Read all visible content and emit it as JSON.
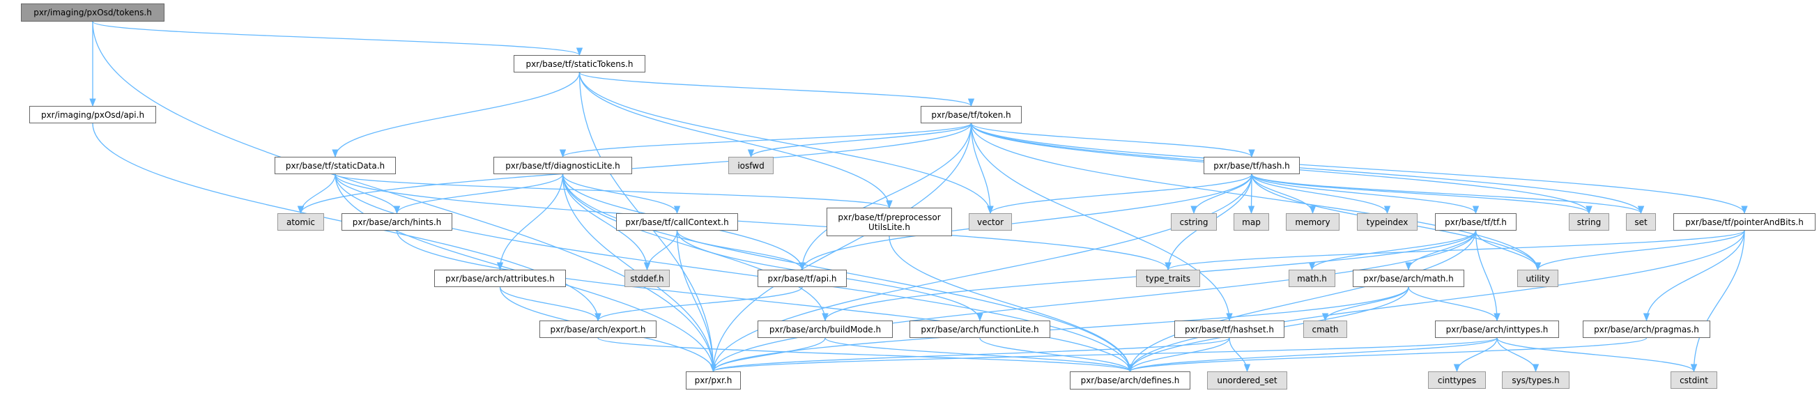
{
  "graph": {
    "title": "pxr/imaging/pxOsd/tokens.h",
    "edge_color": "#63b8ff",
    "nodes": [
      {
        "id": "tokens",
        "label": "pxr/imaging/pxOsd/tokens.h",
        "kind": "root"
      },
      {
        "id": "osdapi",
        "label": "pxr/imaging/pxOsd/api.h",
        "kind": "file"
      },
      {
        "id": "staticTokens",
        "label": "pxr/base/tf/staticTokens.h",
        "kind": "file"
      },
      {
        "id": "token",
        "label": "pxr/base/tf/token.h",
        "kind": "file"
      },
      {
        "id": "staticData",
        "label": "pxr/base/tf/staticData.h",
        "kind": "file"
      },
      {
        "id": "diagLite",
        "label": "pxr/base/tf/diagnosticLite.h",
        "kind": "file"
      },
      {
        "id": "iosfwd",
        "label": "iosfwd",
        "kind": "external"
      },
      {
        "id": "hash",
        "label": "pxr/base/tf/hash.h",
        "kind": "file"
      },
      {
        "id": "atomic",
        "label": "atomic",
        "kind": "external"
      },
      {
        "id": "hints",
        "label": "pxr/base/arch/hints.h",
        "kind": "file"
      },
      {
        "id": "callContext",
        "label": "pxr/base/tf/callContext.h",
        "kind": "file"
      },
      {
        "id": "ppLite",
        "label": "pxr/base/tf/preprocessor\nUtilsLite.h",
        "kind": "file"
      },
      {
        "id": "vector",
        "label": "vector",
        "kind": "external"
      },
      {
        "id": "cstring",
        "label": "cstring",
        "kind": "external"
      },
      {
        "id": "map",
        "label": "map",
        "kind": "external"
      },
      {
        "id": "memory",
        "label": "memory",
        "kind": "external"
      },
      {
        "id": "typeindex",
        "label": "typeindex",
        "kind": "external"
      },
      {
        "id": "tf",
        "label": "pxr/base/tf/tf.h",
        "kind": "file"
      },
      {
        "id": "string",
        "label": "string",
        "kind": "external"
      },
      {
        "id": "set",
        "label": "set",
        "kind": "external"
      },
      {
        "id": "pab",
        "label": "pxr/base/tf/pointerAndBits.h",
        "kind": "file"
      },
      {
        "id": "attributes",
        "label": "pxr/base/arch/attributes.h",
        "kind": "file"
      },
      {
        "id": "stddef",
        "label": "stddef.h",
        "kind": "external"
      },
      {
        "id": "tfapi",
        "label": "pxr/base/tf/api.h",
        "kind": "file"
      },
      {
        "id": "typetraits",
        "label": "type_traits",
        "kind": "external"
      },
      {
        "id": "mathh",
        "label": "math.h",
        "kind": "external"
      },
      {
        "id": "archmath",
        "label": "pxr/base/arch/math.h",
        "kind": "file"
      },
      {
        "id": "utility",
        "label": "utility",
        "kind": "external"
      },
      {
        "id": "export",
        "label": "pxr/base/arch/export.h",
        "kind": "file"
      },
      {
        "id": "buildMode",
        "label": "pxr/base/arch/buildMode.h",
        "kind": "file"
      },
      {
        "id": "functionLite",
        "label": "pxr/base/arch/functionLite.h",
        "kind": "file"
      },
      {
        "id": "hashset",
        "label": "pxr/base/tf/hashset.h",
        "kind": "file"
      },
      {
        "id": "cmath",
        "label": "cmath",
        "kind": "external"
      },
      {
        "id": "inttypes",
        "label": "pxr/base/arch/inttypes.h",
        "kind": "file"
      },
      {
        "id": "pragmas",
        "label": "pxr/base/arch/pragmas.h",
        "kind": "file"
      },
      {
        "id": "pxr",
        "label": "pxr/pxr.h",
        "kind": "file"
      },
      {
        "id": "defines",
        "label": "pxr/base/arch/defines.h",
        "kind": "file"
      },
      {
        "id": "uset",
        "label": "unordered_set",
        "kind": "external"
      },
      {
        "id": "cinttypes",
        "label": "cinttypes",
        "kind": "external"
      },
      {
        "id": "systypes",
        "label": "sys/types.h",
        "kind": "external"
      },
      {
        "id": "cstdint",
        "label": "cstdint",
        "kind": "external"
      }
    ],
    "edges": [
      [
        "tokens",
        "osdapi"
      ],
      [
        "tokens",
        "staticTokens"
      ],
      [
        "tokens",
        "pxr"
      ],
      [
        "osdapi",
        "export"
      ],
      [
        "staticTokens",
        "staticData"
      ],
      [
        "staticTokens",
        "token"
      ],
      [
        "staticTokens",
        "pxr"
      ],
      [
        "staticTokens",
        "vector"
      ],
      [
        "staticTokens",
        "ppLite"
      ],
      [
        "staticData",
        "atomic"
      ],
      [
        "staticData",
        "hints"
      ],
      [
        "staticData",
        "pxr"
      ],
      [
        "staticData",
        "ppLite"
      ],
      [
        "staticData",
        "typetraits"
      ],
      [
        "staticData",
        "defines"
      ],
      [
        "token",
        "diagLite"
      ],
      [
        "token",
        "iosfwd"
      ],
      [
        "token",
        "vector"
      ],
      [
        "token",
        "tfapi"
      ],
      [
        "token",
        "hash"
      ],
      [
        "token",
        "hashset"
      ],
      [
        "token",
        "string"
      ],
      [
        "token",
        "set"
      ],
      [
        "token",
        "pab"
      ],
      [
        "token",
        "pxr"
      ],
      [
        "token",
        "atomic"
      ],
      [
        "token",
        "utility"
      ],
      [
        "diagLite",
        "hints"
      ],
      [
        "diagLite",
        "attributes"
      ],
      [
        "diagLite",
        "callContext"
      ],
      [
        "diagLite",
        "stddef"
      ],
      [
        "diagLite",
        "tfapi"
      ],
      [
        "diagLite",
        "buildMode"
      ],
      [
        "diagLite",
        "pxr"
      ],
      [
        "diagLite",
        "defines"
      ],
      [
        "callContext",
        "stddef"
      ],
      [
        "callContext",
        "tfapi"
      ],
      [
        "callContext",
        "functionLite"
      ],
      [
        "callContext",
        "pxr"
      ],
      [
        "ppLite",
        "defines"
      ],
      [
        "tfapi",
        "export"
      ],
      [
        "attributes",
        "export"
      ],
      [
        "attributes",
        "pxr"
      ],
      [
        "hints",
        "defines"
      ],
      [
        "export",
        "defines"
      ],
      [
        "buildMode",
        "pxr"
      ],
      [
        "buildMode",
        "defines"
      ],
      [
        "functionLite",
        "defines"
      ],
      [
        "hashset",
        "defines"
      ],
      [
        "hashset",
        "uset"
      ],
      [
        "hashset",
        "pxr"
      ],
      [
        "hash",
        "tfapi"
      ],
      [
        "hash",
        "pxr"
      ],
      [
        "hash",
        "typetraits"
      ],
      [
        "hash",
        "vector"
      ],
      [
        "hash",
        "cstring"
      ],
      [
        "hash",
        "map"
      ],
      [
        "hash",
        "memory"
      ],
      [
        "hash",
        "typeindex"
      ],
      [
        "hash",
        "tf"
      ],
      [
        "hash",
        "string"
      ],
      [
        "hash",
        "set"
      ],
      [
        "hash",
        "utility"
      ],
      [
        "tf",
        "mathh"
      ],
      [
        "tf",
        "archmath"
      ],
      [
        "tf",
        "utility"
      ],
      [
        "tf",
        "inttypes"
      ],
      [
        "tf",
        "buildMode"
      ],
      [
        "tf",
        "pxr"
      ],
      [
        "tf",
        "defines"
      ],
      [
        "archmath",
        "cmath"
      ],
      [
        "archmath",
        "inttypes"
      ],
      [
        "archmath",
        "defines"
      ],
      [
        "archmath",
        "pxr"
      ],
      [
        "inttypes",
        "cinttypes"
      ],
      [
        "inttypes",
        "systypes"
      ],
      [
        "inttypes",
        "cstdint"
      ],
      [
        "inttypes",
        "pxr"
      ],
      [
        "inttypes",
        "defines"
      ],
      [
        "pragmas",
        "defines"
      ],
      [
        "pab",
        "typetraits"
      ],
      [
        "pab",
        "utility"
      ],
      [
        "pab",
        "pragmas"
      ],
      [
        "pab",
        "cstdint"
      ],
      [
        "pab",
        "defines"
      ]
    ]
  }
}
